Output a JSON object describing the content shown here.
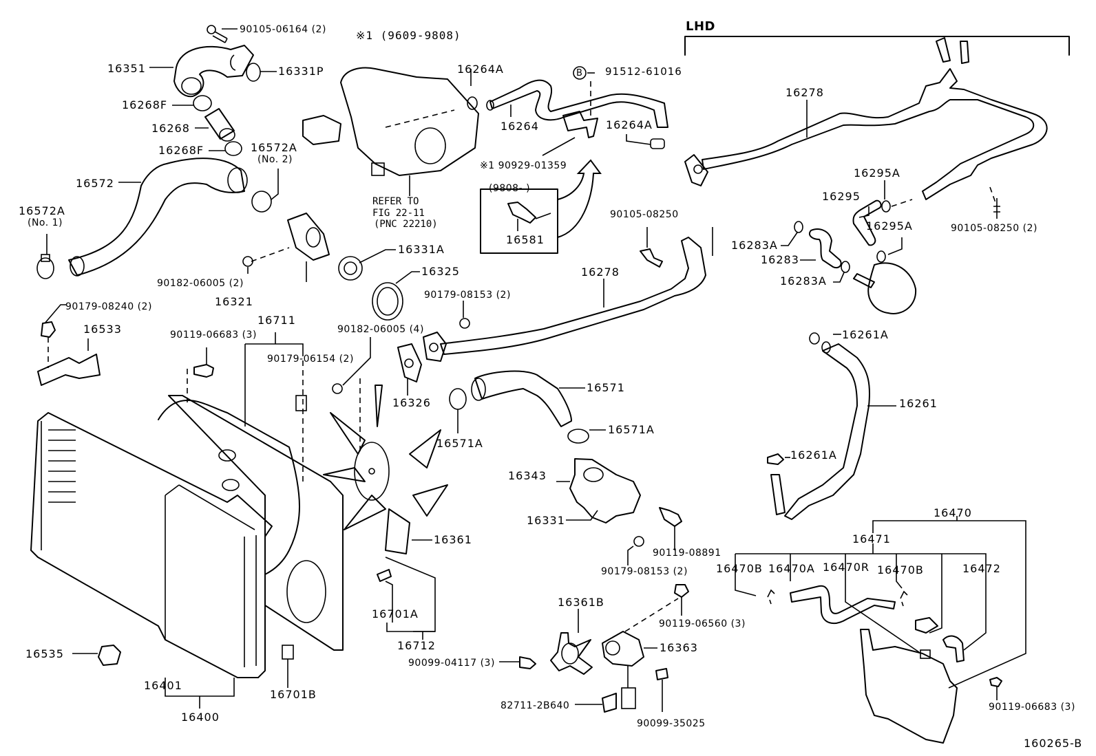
{
  "diagram": {
    "figure_id": "160265-B",
    "variant_note": "※1  (9609-9808)",
    "region_label": "LHD",
    "refer_note": [
      "REFER TO",
      "FIG 22-11",
      "(PNC 22210)"
    ],
    "inset": {
      "range_label": "(9808-       )",
      "part": "16581"
    },
    "circle_symbol": "B",
    "labels": {
      "p90105_06164": "90105-06164 (2)",
      "p16351": "16351",
      "p16331P": "16331P",
      "p16268F_a": "16268F",
      "p16268": "16268",
      "p16268F_b": "16268F",
      "p16572A_no2": "16572A",
      "p16572A_no2_sub": "(No. 2)",
      "p16572": "16572",
      "p16572A_no1": "16572A",
      "p16572A_no1_sub": "(No. 1)",
      "p90182_06005_2": "90182-06005 (2)",
      "p16321": "16321",
      "p16331A": "16331A",
      "p16325": "16325",
      "p16264A_a": "16264A",
      "p16264": "16264",
      "p91512_61016": "91512-61016",
      "p16264A_b": "16264A",
      "p90929_01359": "※1 90929-01359",
      "p16278_lhd": "16278",
      "p16295A_a": "16295A",
      "p16295": "16295",
      "p16295A_b": "16295A",
      "p90105_08250_2": "90105-08250 (2)",
      "p16283A_a": "16283A",
      "p16283": "16283",
      "p16283A_b": "16283A",
      "p90105_08250": "90105-08250",
      "p16278": "16278",
      "p90179_08153_2a": "90179-08153 (2)",
      "p90179_08240": "90179-08240 (2)",
      "p16533": "16533",
      "p16711": "16711",
      "p90119_06683_3a": "90119-06683 (3)",
      "p90179_06154": "90179-06154 (2)",
      "p90182_06005_4": "90182-06005 (4)",
      "p16326": "16326",
      "p16571": "16571",
      "p16571A_a": "16571A",
      "p16571A_b": "16571A",
      "p16343": "16343",
      "p16331": "16331",
      "p16361": "16361",
      "p16261A_a": "16261A",
      "p16261": "16261",
      "p16261A_b": "16261A",
      "p90119_08891": "90119-08891",
      "p90179_08153_2b": "90179-08153 (2)",
      "p16701A": "16701A",
      "p16712": "16712",
      "p16361B": "16361B",
      "p90119_06560": "90119-06560 (3)",
      "p16363": "16363",
      "p90099_04117": "90099-04117 (3)",
      "p82711_2B640": "82711-2B640",
      "p90099_35025": "90099-35025",
      "p16535": "16535",
      "p16401": "16401",
      "p16400": "16400",
      "p16701B": "16701B",
      "p16470": "16470",
      "p16471": "16471",
      "p16470B_a": "16470B",
      "p16470A": "16470A",
      "p16470R": "16470R",
      "p16470B_b": "16470B",
      "p16472": "16472",
      "p90119_06683_3b": "90119-06683 (3)"
    }
  }
}
